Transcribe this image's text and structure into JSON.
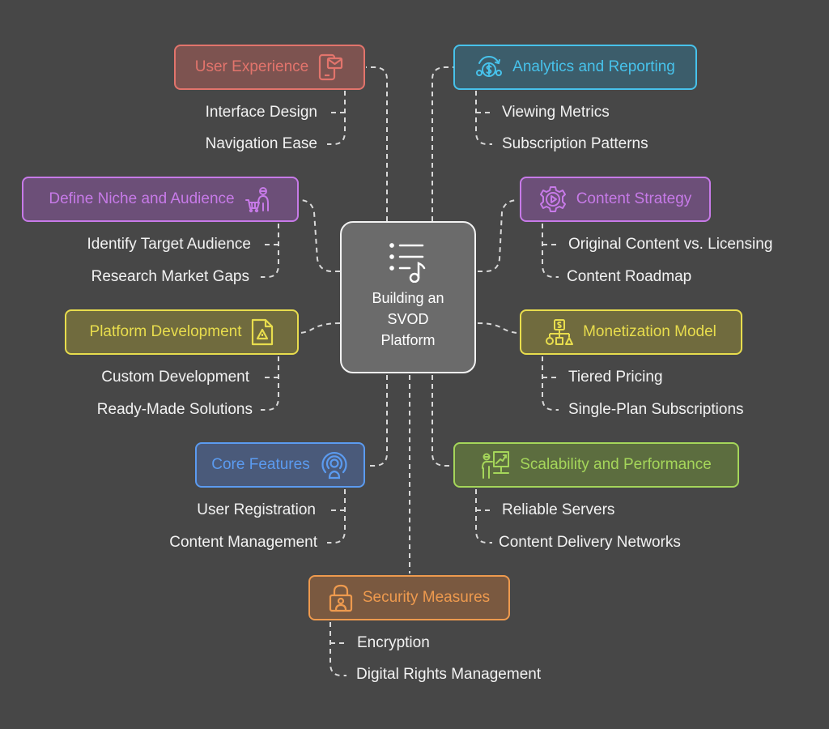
{
  "center": {
    "title": "Building an SVOD Platform",
    "icon": "list-music-icon"
  },
  "colors": {
    "user_experience": "#e2746c",
    "analytics": "#47c2eb",
    "niche": "#c77ae8",
    "content_strategy": "#c77ae8",
    "platform_development": "#e8dd4d",
    "monetization": "#e8dd4d",
    "core_features": "#5b9bf0",
    "scalability": "#a5d65a",
    "security": "#ee9a4e"
  },
  "branches": {
    "user_experience": {
      "label": "User Experience",
      "icon": "mobile-mail-icon",
      "items": [
        "Interface Design",
        "Navigation Ease"
      ]
    },
    "analytics": {
      "label": "Analytics and Reporting",
      "icon": "money-cycle-icon",
      "items": [
        "Viewing Metrics",
        "Subscription Patterns"
      ]
    },
    "niche": {
      "label": "Define Niche and Audience",
      "icon": "shopper-icon",
      "items": [
        "Identify Target Audience",
        "Research Market Gaps"
      ]
    },
    "content_strategy": {
      "label": "Content Strategy",
      "icon": "gear-play-icon",
      "items": [
        "Original Content vs. Licensing",
        "Content Roadmap"
      ]
    },
    "platform_development": {
      "label": "Platform Development",
      "icon": "document-triangle-icon",
      "items": [
        "Custom Development",
        "Ready-Made Solutions"
      ]
    },
    "monetization": {
      "label": "Monetization Model",
      "icon": "dollar-hierarchy-icon",
      "items": [
        "Tiered Pricing",
        "Single-Plan Subscriptions"
      ]
    },
    "core_features": {
      "label": "Core Features",
      "icon": "broadcast-icon",
      "items": [
        "User Registration",
        "Content Management"
      ]
    },
    "scalability": {
      "label": "Scalability and Performance",
      "icon": "presenter-chart-icon",
      "items": [
        "Reliable Servers",
        "Content Delivery Networks"
      ]
    },
    "security": {
      "label": "Security Measures",
      "icon": "lock-user-icon",
      "items": [
        "Encryption",
        "Digital Rights Management"
      ]
    }
  }
}
